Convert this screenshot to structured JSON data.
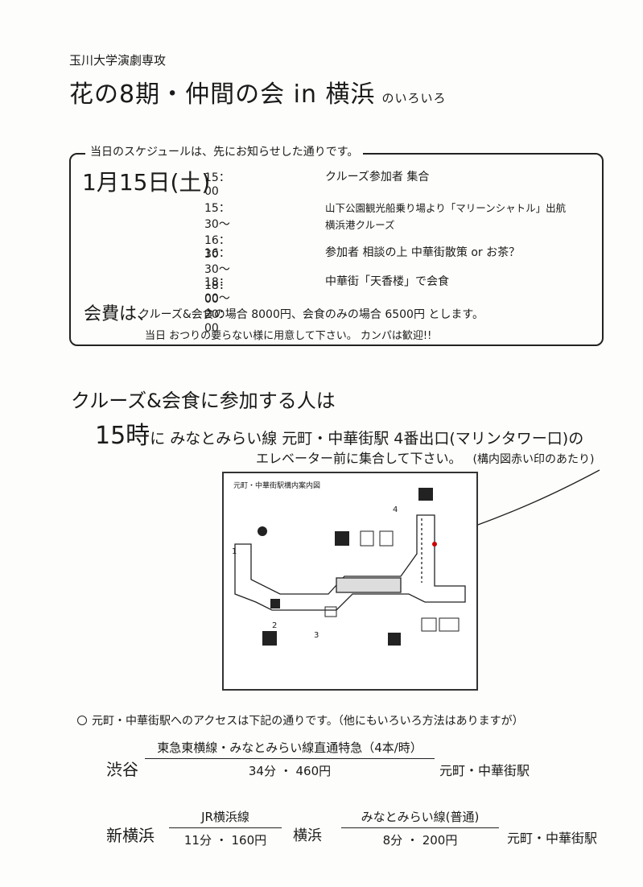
{
  "header": {
    "club": "玉川大学演劇専攻",
    "title": "花の8期・仲間の会 in 横浜",
    "title_sub": "のいろいろ"
  },
  "schedule": {
    "caption": "当日のスケジュールは、先にお知らせした通りです。",
    "date": "1月15日(土)",
    "items": [
      {
        "time": "15：00",
        "desc": "クルーズ参加者 集合"
      },
      {
        "time": "15：30～16：30",
        "desc": "山下公園観光船乗り場より「マリーンシャトル」出航",
        "desc2": "横浜港クルーズ"
      },
      {
        "time": "16：30～18：00",
        "desc": "参加者 相談の上 中華街散策 or お茶？"
      },
      {
        "time": "18：00～20：00",
        "desc": "中華街「天香楼」で会食"
      }
    ],
    "fee_label": "会費は、",
    "fee_text": "クルーズ&会食の場合 8000円、会食のみの場合 6500円 とします。",
    "fee_note": "当日 おつりの要らない様に用意して下さい。 カンパは歓迎!!"
  },
  "meeting": {
    "heading": "クルーズ&会食に参加する人は",
    "line1_time": "15時",
    "line1": "に みなとみらい線 元町・中華街駅 4番出口(マリンタワー口)の",
    "line2": "エレベーター前に集合して下さい。",
    "line2_note": "構内図赤い印のあたり"
  },
  "map": {
    "title": "元町・中華街駅構内案内図",
    "exits": [
      "1",
      "2",
      "3",
      "4"
    ]
  },
  "access": {
    "heading": "元町・中華街駅へのアクセスは下記の通りです。（他にもいろいろ方法はありますが）",
    "route1": {
      "from": "渋谷",
      "line": "東急東横線・みなとみらい線直通特急（4本/時）",
      "detail": "34分 ・ 460円",
      "to": "元町・中華街駅"
    },
    "route2": {
      "from": "新横浜",
      "line1": "JR横浜線",
      "detail1": "11分 ・ 160円",
      "mid": "横浜",
      "line2": "みなとみらい線(普通)",
      "detail2": "8分 ・ 200円",
      "to": "元町・中華街駅"
    }
  }
}
